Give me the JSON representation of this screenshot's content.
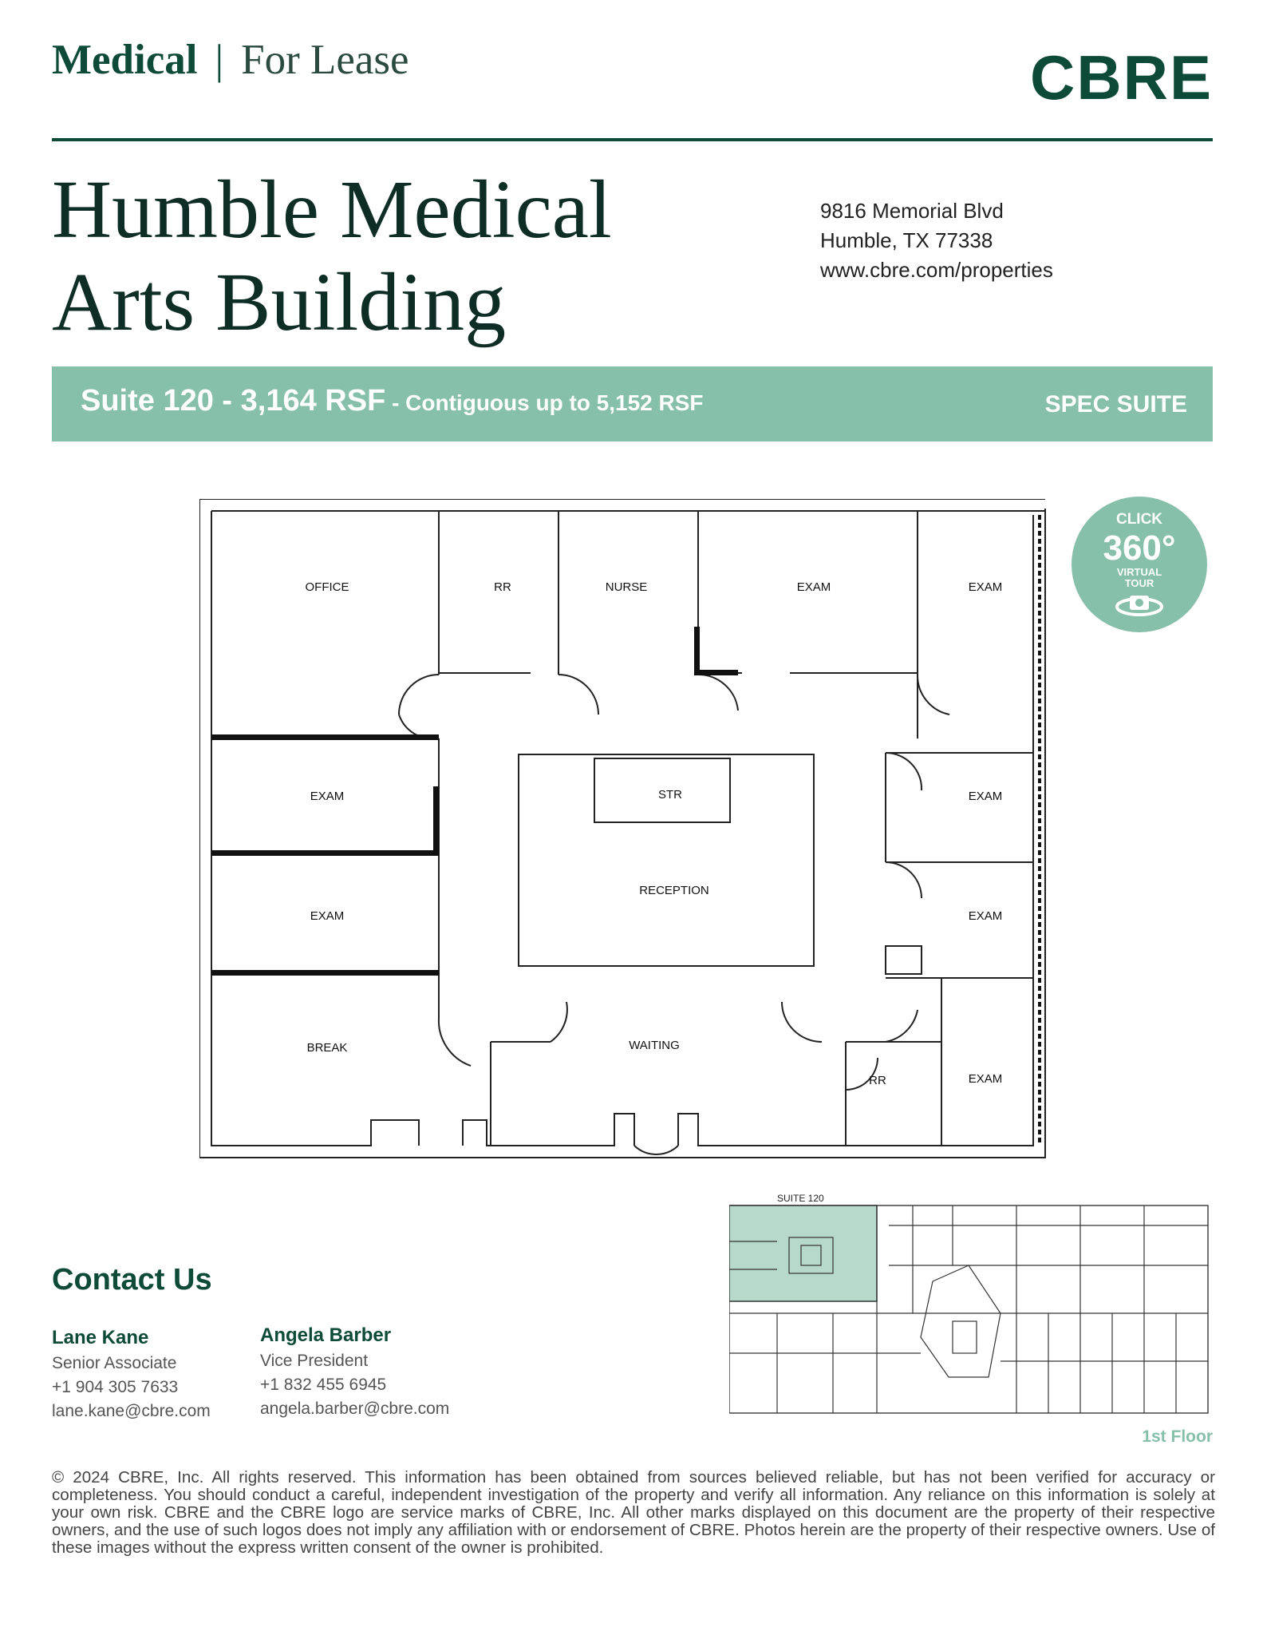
{
  "header": {
    "category": "Medical",
    "separator": "|",
    "listing_type": "For Lease",
    "logo_text": "CBRE"
  },
  "property": {
    "title_line1": "Humble Medical",
    "title_line2": "Arts Building",
    "address_line1": "9816 Memorial Blvd",
    "address_line2": "Humble, TX 77338",
    "website": "www.cbre.com/properties"
  },
  "suite_band": {
    "suite": "Suite 120 - 3,164 RSF",
    "contiguous": " - Contiguous up to 5,152 RSF",
    "tag": "SPEC SUITE"
  },
  "virtual_tour": {
    "click": "CLICK",
    "degrees": "360°",
    "virtual": "VIRTUAL",
    "tour": "TOUR"
  },
  "floor_plan": {
    "rooms": {
      "office": "OFFICE",
      "rr_top": "RR",
      "nurse": "NURSE",
      "exam_top1": "EXAM",
      "exam_top2": "EXAM",
      "str": "STR",
      "exam_left1": "EXAM",
      "exam_right1": "EXAM",
      "reception": "RECEPTION",
      "exam_left2": "EXAM",
      "exam_right2": "EXAM",
      "break": "BREAK",
      "waiting": "WAITING",
      "rr_bottom": "RR",
      "exam_right3": "EXAM"
    }
  },
  "key_plan": {
    "suite_label": "SUITE 120",
    "floor_label": "1st Floor",
    "highlight_color": "#b7d9cb"
  },
  "contact": {
    "heading": "Contact Us",
    "people": [
      {
        "name": "Lane Kane",
        "title": "Senior Associate",
        "phone": "+1 904 305 7633",
        "email": "lane.kane@cbre.com"
      },
      {
        "name": "Angela Barber",
        "title": "Vice President",
        "phone": "+1 832 455 6945",
        "email": "angela.barber@cbre.com"
      }
    ]
  },
  "disclaimer": "© 2024 CBRE, Inc. All rights reserved. This information has been obtained from sources believed reliable, but has not been verified for accuracy or completeness. You should conduct a careful, independent investigation of the property and verify all information. Any reliance on this information is solely at your own risk. CBRE and the CBRE logo are service marks of CBRE, Inc. All other marks displayed on this document are the property of their respective owners, and the use of such logos does not imply any affiliation with or endorsement of CBRE. Photos herein are the property of their respective owners. Use of these images without the express written consent of the owner is prohibited.",
  "colors": {
    "brand_green": "#0d4a37",
    "accent_mint": "#86bfaa"
  }
}
